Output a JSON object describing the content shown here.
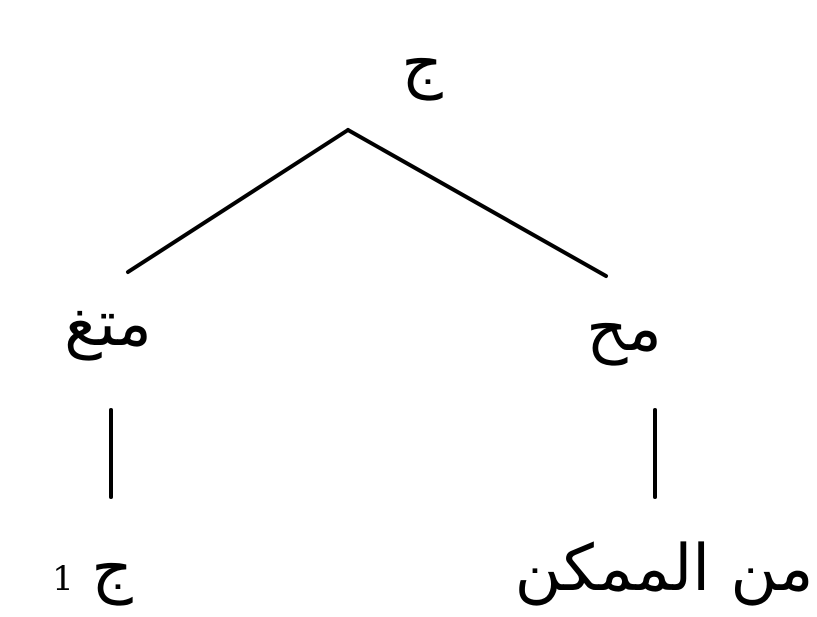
{
  "tree": {
    "root": {
      "label": "ج"
    },
    "left_branch": {
      "label": "متغ",
      "child": {
        "label": "ج",
        "subscript": "1"
      }
    },
    "right_branch": {
      "label": "مح",
      "child": {
        "label": "من الممكن"
      }
    }
  },
  "colors": {
    "ink": "#000000",
    "background": "#ffffff"
  }
}
